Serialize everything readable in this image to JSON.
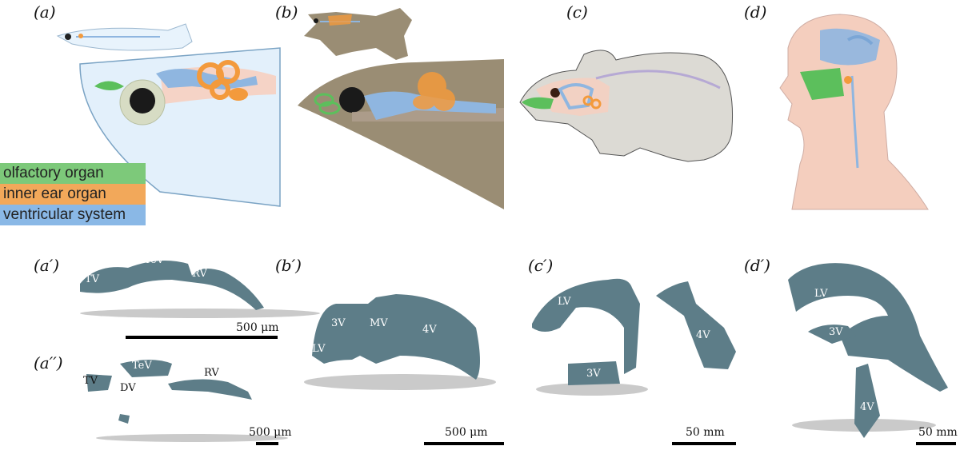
{
  "panel_labels": {
    "a": "(a)",
    "b": "(b)",
    "c": "(c)",
    "d": "(d)",
    "a1": "(a′)",
    "a2": "(a′′)",
    "b1": "(b′)",
    "c1": "(c′)",
    "d1": "(d′)"
  },
  "legend": [
    {
      "label": "olfactory organ",
      "color": "#7dc97a"
    },
    {
      "label": "inner ear organ",
      "color": "#f2a85a"
    },
    {
      "label": "ventricular system",
      "color": "#8ab8e6"
    }
  ],
  "colors": {
    "olfactory": "#5cbf5c",
    "inner_ear": "#f39a3c",
    "ventricle": "#8fb6e0",
    "brain": "#f6cfc0",
    "model": "#5d7d88",
    "shadow": "#b3b3b3",
    "zebrafish_head": "#e3f0fb",
    "xenopus_head": "#9a8d74",
    "mouse_body": "#dcdad4",
    "human_head": "#f3c9b8"
  },
  "models": {
    "a1": {
      "labels": [
        "TV",
        "DV-TeV",
        "RV"
      ],
      "scale": "500 μm"
    },
    "a2": {
      "labels": [
        "TV",
        "DV",
        "TeV",
        "RV"
      ],
      "scale": "500 μm"
    },
    "b1": {
      "labels": [
        "3V",
        "LV",
        "MV",
        "4V"
      ],
      "scale": "500 μm"
    },
    "c1": {
      "labels": [
        "LV",
        "3V",
        "4V"
      ],
      "scale": "50 mm"
    },
    "d1": {
      "labels": [
        "LV",
        "3V",
        "4V"
      ],
      "scale": "50 mm"
    }
  }
}
